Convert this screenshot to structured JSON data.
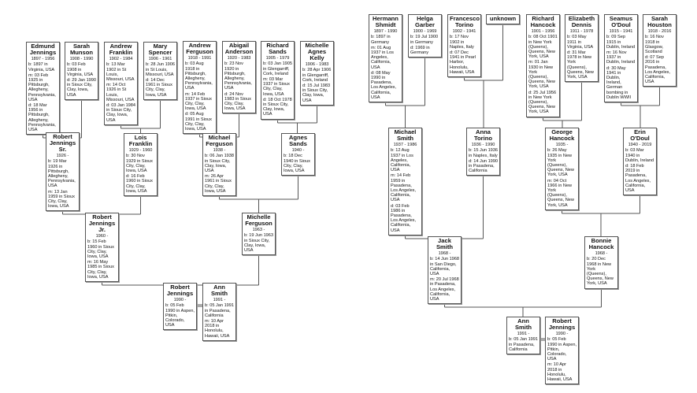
{
  "persons": {
    "edmund_jennings": {
      "name": "Edmund Jennings",
      "years": "1897 - 1956",
      "details": [
        "b: 1897 in Virginia, USA",
        "m: 03 Feb 1925 in Pittsburgh, Allegheny, Pennsylvania, USA",
        "d: 18 Mar 1956 in Pittsburgh, Allegheny, Pennsylvania, USA"
      ]
    },
    "sarah_munson": {
      "name": "Sarah Munson",
      "years": "1908 - 1990",
      "details": [
        "b: 03 Feb 1908 in Virginia, USA",
        "d: 29 Jan 1990 in Sioux City, Clay, Iowa, USA"
      ]
    },
    "andrew_franklin": {
      "name": "Andrew Franklin",
      "years": "1902 - 1984",
      "details": [
        "b: 13 Mar 1902 in St Louis, Missouri, USA",
        "m: 14 Oct 1926 in St Louis, Missouri, USA",
        "d: 03 Jan 1984 in Sioux City, Clay, Iowa, USA"
      ]
    },
    "mary_spencer": {
      "name": "Mary Spencer",
      "years": "1906 - 1961",
      "details": [
        "b: 28 Jun 1906 in St Louis, Missouri, USA",
        "d: 14 Dec 1961 in Sioux City, Clay, Iowa, USA"
      ]
    },
    "andrew_ferguson": {
      "name": "Andrew Ferguson",
      "years": "1918 - 1991",
      "details": [
        "b: 03 Aug 1918 in Pittsburgh, Allegheny, Pennsylvania, USA",
        "m: 14 Feb 1937 in Sioux City, Clay, Iowa, USA",
        "d: 05 Aug 1991 in Sioux City, Clay, Iowa, USA"
      ]
    },
    "abigail_anderson": {
      "name": "Abigail Anderson",
      "years": "1920 - 1983",
      "details": [
        "b: 23 Nov 1920 in Pittsburgh, Allegheny, Pennsylvania, USA",
        "d: 24 Nov 1983 in Sioux City, Clay, Iowa, USA"
      ]
    },
    "richard_sands": {
      "name": "Richard Sands",
      "years": "1905 - 1979",
      "details": [
        "b: 03 Jan 1905 in Glengarriff, Cork, Ireland",
        "m: 03 Mar 1937 in Sioux City, Clay, Iowa, USA",
        "d: 18 Oct 1978 in Sioux City, Clay, Iowa, USA"
      ]
    },
    "michelle_agnes_kelly": {
      "name": "Michelle Agnes Kelly",
      "years": "1906 - 1983",
      "details": [
        "b: 28 Apr 1906 in Glengarriff, Cork, Ireland",
        "d: 15 Jul 1983 in Sioux City, Clay, Iowa, USA"
      ]
    },
    "robert_jennings_sr": {
      "name": "Robert Jennings Sr.",
      "years": "1926 -",
      "details": [
        "b: 19 Mar 1926 in Pittsburgh, Allegheny, Pennsylvania, USA",
        "m: 13 Jan 1959 in Sioux City, Clay, Iowa, USA"
      ]
    },
    "lois_franklin": {
      "name": "Lois Franklin",
      "years": "1929 - 1960",
      "details": [
        "b: 30 Nov 1929 in Sioux City, Clay, Iowa, USA",
        "d: 16 Feb 1960 in Sioux City, Clay, Iowa, USA"
      ]
    },
    "michael_ferguson": {
      "name": "Michael Ferguson",
      "years": "1938 -",
      "details": [
        "b: 06 Jan 1938 in Sioux City, Clay, Iowa, USA",
        "m: 26 Apr 1961 in Sioux City, Clay, Iowa, USA"
      ]
    },
    "agnes_sands": {
      "name": "Agnes Sands",
      "years": "1940 -",
      "details": [
        "b: 18 Dec 1940 in Sioux City, Clay, Iowa, USA"
      ]
    },
    "robert_jennings_jr": {
      "name": "Robert Jennings Jr.",
      "years": "1960 -",
      "details": [
        "b: 15 Feb 1960 in Sioux City, Clay, Iowa, USA",
        "m: 16 May 1985 in Sioux City, Clay, Iowa, USA"
      ]
    },
    "michelle_ferguson": {
      "name": "Michelle Ferguson",
      "years": "1963 -",
      "details": [
        "b: 19 Jun 1963 in Sioux City, Clay, Iowa, USA"
      ]
    },
    "robert_jennings_l": {
      "name": "Robert Jennings",
      "years": "1990 -",
      "details": [
        "b: 05 Feb 1990 in Aspen, Pitkin, Colorado, USA"
      ]
    },
    "ann_smith_l": {
      "name": "Ann Smith",
      "years": "1991 -",
      "details": [
        "b: 05 Jan 1991 in Pasadena, California",
        "m: 10 Apr 2018 in Honolulu, Hawaii, USA"
      ]
    },
    "hermann_shmidt": {
      "name": "Hermann Shmidt",
      "years": "1897 - 1990",
      "details": [
        "b: 1897 in Germany",
        "m: 01 Aug 1937 in Los Angeles, California, USA",
        "d: 08 May 1990 in Pasadena, Los Angeles, California, USA"
      ]
    },
    "helga_garber": {
      "name": "Helga Garber",
      "years": "1900 - 1969",
      "details": [
        "b: 19 Jul 1900 in Germany",
        "d: 1969 in Germany"
      ]
    },
    "francesco_torino": {
      "name": "Francesco Torino",
      "years": "1902 - 1941",
      "details": [
        "b: 17 Nov 1902 in Naples, Italy",
        "d: 07 Dec 1941 in Pearl Harbor, Honolulu, Hawaii, USA"
      ]
    },
    "unknown": {
      "name": "unknown",
      "years": null,
      "details": []
    },
    "richard_hancock": {
      "name": "Richard Hancock",
      "years": "1901 - 1956",
      "details": [
        "b: 08 Oct 1901 in New York (Queens), Queens, New York, USA",
        "m: 01 Jan 1930 in New York (Queens), Queens, New York, USA",
        "d: 25 Jul 1956 in New York (Queens), Queens, New York, USA"
      ]
    },
    "elizabeth_dennis": {
      "name": "Elizabeth Dennis",
      "years": "1911 - 1978",
      "details": [
        "b: 03 May 1911 in Virginia, USA",
        "d: 31 Mar 1978 in New York (Queens), Queens, New York, USA"
      ]
    },
    "seamus_odoul": {
      "name": "Seamus O'Doul",
      "years": "1915 - 1941",
      "details": [
        "b: 09 Sep 1915 in Dublin, Ireland",
        "m: 16 Nov 1937 in Dublin, Ireland",
        "d: 30 May 1941 in Dublin, Ireland, German bombing in Dublin WWII"
      ]
    },
    "sarah_houston": {
      "name": "Sarah Houston",
      "years": "1918 - 2016",
      "details": [
        "b: 16 Nov 1918 in Glasgow, Scotland",
        "d: 07 Sep 2016 in Pasadena, Los Angeles, California, USA"
      ]
    },
    "michael_smith": {
      "name": "Michael Smith",
      "years": "1937 - 1986",
      "details": [
        "b: 12 Aug 1937 in Los Angeles, California, USA",
        "m: 14 Feb 1959 in Pasadena, Los Angeles, California, USA",
        "d: 03 Feb 1986 in Pasadena, Los Angeles, California, USA"
      ]
    },
    "anna_torino": {
      "name": "Anna Torino",
      "years": "1936 - 1990",
      "details": [
        "b: 15 Jun 1936 in Naples, Italy",
        "d: 14 Jun 1990 in Pasadena, California"
      ]
    },
    "george_hancock": {
      "name": "George Hancock",
      "years": "1935 -",
      "details": [
        "b: 26 May 1935 in New York (Queens), Queens, New York, USA",
        "m: 04 Oct 1966 in New York (Queens), Queens, New York, USA"
      ]
    },
    "erin_odoul": {
      "name": "Erin O'Doul",
      "years": "1940 - 2019",
      "details": [
        "b: 03 Mar 1940 in Dublin, Ireland",
        "d: 18 Feb 2019 in Pasadena, Los Angeles, California, USA"
      ]
    },
    "jack_smith": {
      "name": "Jack Smith",
      "years": "1968 -",
      "details": [
        "b: 14 Jun 1968 in San Diego, California, USA",
        "m: 20 Jul 1968 in Pasadena, Los Angeles, California, USA"
      ]
    },
    "bonnie_hancock": {
      "name": "Bonnie Hancock",
      "years": "1968 -",
      "details": [
        "b: 20 Dec 1968 in New York (Queens), Queens, New York, USA"
      ]
    },
    "ann_smith_r": {
      "name": "Ann Smith",
      "years": "1991 -",
      "details": [
        "b: 05 Jan 1991 in Pasadena, California"
      ]
    },
    "robert_jennings_r": {
      "name": "Robert Jennings",
      "years": "1990 -",
      "details": [
        "b: 05 Feb 1990 in Aspen, Pitkin, Colorado, USA",
        "m: 10 Apr 2018 in Honolulu, Hawaii, USA"
      ]
    }
  },
  "colors": {
    "line": "#555555",
    "border": "#555555"
  }
}
